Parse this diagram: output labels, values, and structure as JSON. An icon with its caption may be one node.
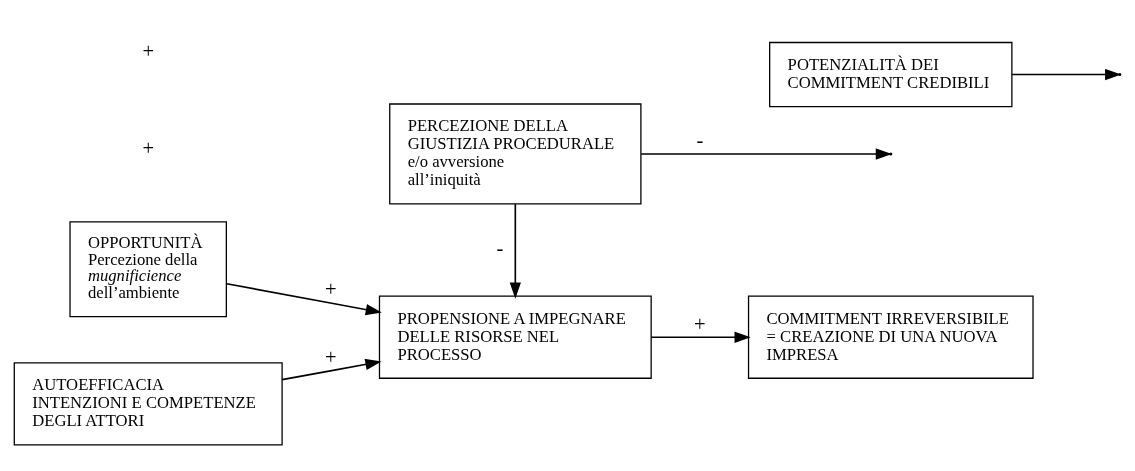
{
  "diagram": {
    "nodes": [
      {
        "text": [
          "OPPORTUNITÀ",
          "Percezione della *mugnificience* dell’ambiente"
        ]
      },
      {
        "text": [
          "AUTOEFFICACIA",
          "INTENZIONI E COMPETENZE DEGLI ATTORI"
        ]
      },
      {
        "text": [
          "PROPENSIONE A IMPEGNARE DELLE RISORSE NEL PROCESSO"
        ]
      },
      {
        "text": [
          "COMMITMENT IRREVERSIBILE = CREAZIONE DI UNA NUOVA IMPRESA"
        ]
      },
      {
        "text": [
          "PERCEZIONE DELLA GIUSTIZIA PROCEDURALE e/o avversione all’iniquità"
        ]
      },
      {
        "text": [
          "POTENZIALITÀ DEI COMMITMENT CREDIBILI"
        ]
      }
    ],
    "edges": [
      {
        "from": 0,
        "to": 2,
        "arrow": "to",
        "label": "+"
      },
      {
        "from": 1,
        "to": 2,
        "arrow": "to",
        "label": "+"
      },
      {
        "from": 4,
        "to": null,
        "arrow": "to",
        "label": "-"
      },
      {
        "from": 4,
        "to": 2,
        "arrow": "to",
        "label": "-"
      },
      {
        "from": 2,
        "to": 3,
        "arrow": "to",
        "label": "+"
      },
      {
        "from": 5,
        "to": null,
        "arrow": "to"
      }
    ],
    "labels": [
      "+",
      "+"
    ]
  }
}
